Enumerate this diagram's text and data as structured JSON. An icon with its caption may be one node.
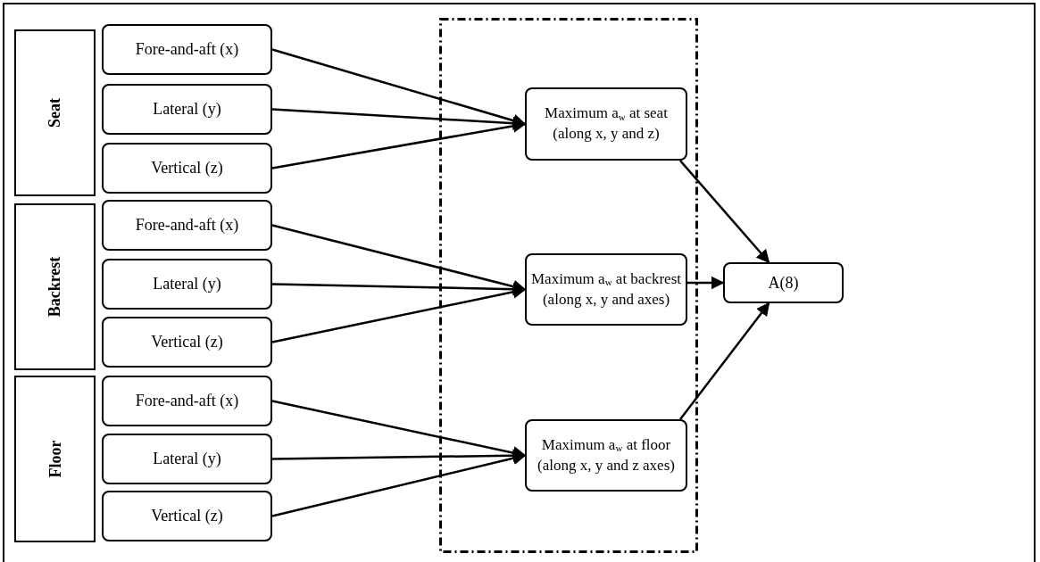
{
  "diagram": {
    "nodes": [
      {
        "text": [
          "Seat"
        ]
      },
      {
        "text": [
          "Fore-and-aft (x)"
        ]
      },
      {
        "text": [
          "Lateral (y)"
        ]
      },
      {
        "text": [
          "Vertical (z)"
        ]
      },
      {
        "text": [
          "Backrest"
        ]
      },
      {
        "text": [
          "Fore-and-aft (x)"
        ]
      },
      {
        "text": [
          "Lateral (y)"
        ]
      },
      {
        "text": [
          "Vertical (z)"
        ]
      },
      {
        "text": [
          "Floor"
        ]
      },
      {
        "text": [
          "Fore-and-aft (x)"
        ]
      },
      {
        "text": [
          "Lateral (y)"
        ]
      },
      {
        "text": [
          "Vertical (z)"
        ]
      },
      {
        "text": [],
        "shape": "box"
      },
      {
        "text": [
          "Maximum a$_{w}$ at seat (along x, y and z)"
        ],
        "in": 12
      },
      {
        "text": [
          "Maximum a$_{w}$ at backrest (along x, y and axes)"
        ],
        "in": 12
      },
      {
        "text": [
          "Maximum a$_{w}$ at floor (along x, y and z axes)"
        ],
        "in": 12
      },
      {
        "text": [
          "A(8)"
        ]
      }
    ],
    "edges": [
      {
        "from": 1,
        "to": 13,
        "arrow": "to"
      },
      {
        "from": 2,
        "to": 13,
        "arrow": "to"
      },
      {
        "from": 3,
        "to": 13,
        "arrow": "to"
      },
      {
        "from": 5,
        "to": 14,
        "arrow": "to"
      },
      {
        "from": 6,
        "to": 14,
        "arrow": "to"
      },
      {
        "from": 7,
        "to": 14,
        "arrow": "to"
      },
      {
        "from": 9,
        "to": 15,
        "arrow": "to"
      },
      {
        "from": 10,
        "to": 15,
        "arrow": "to"
      },
      {
        "from": 11,
        "to": 15,
        "arrow": "to"
      },
      {
        "from": 13,
        "to": 16,
        "arrow": "to"
      },
      {
        "from": 14,
        "to": 16,
        "arrow": "to"
      },
      {
        "from": 15,
        "to": 16,
        "arrow": "to"
      }
    ]
  }
}
